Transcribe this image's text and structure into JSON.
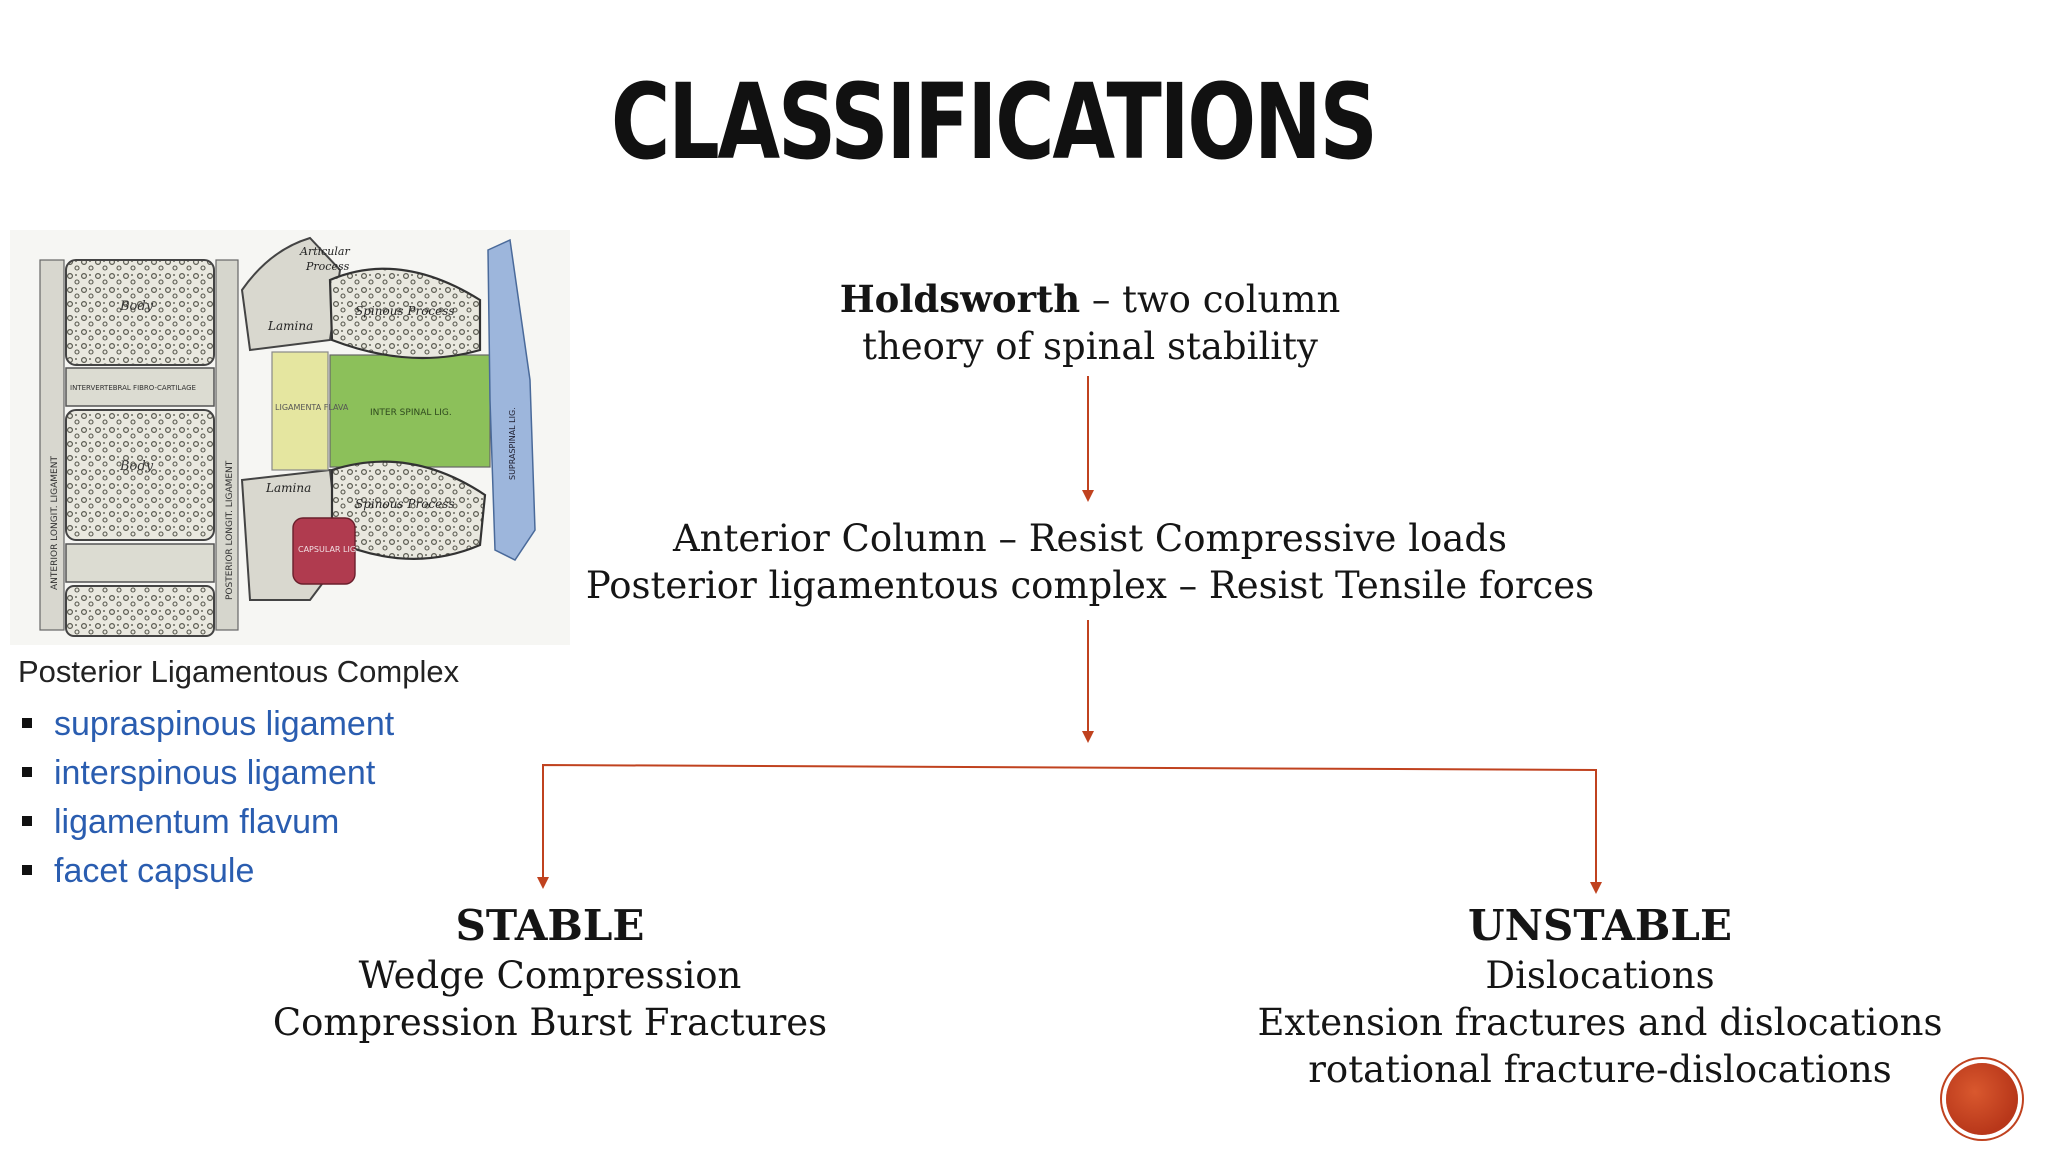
{
  "slide": {
    "title": "CLASSIFICATIONS",
    "accent_color": "#c0421f"
  },
  "top_node": {
    "bold": "Holdsworth",
    "line1_rest": " – two column",
    "line2": "theory of spinal stability"
  },
  "middle_node": {
    "line1": "Anterior Column – Resist Compressive loads",
    "line2": "Posterior ligamentous complex – Resist Tensile forces"
  },
  "stable_node": {
    "heading": "STABLE",
    "items": [
      "Wedge Compression",
      "Compression Burst Fractures"
    ]
  },
  "unstable_node": {
    "heading": "UNSTABLE",
    "items": [
      "Dislocations",
      "Extension fractures and dislocations",
      "rotational fracture-dislocations"
    ]
  },
  "illustration": {
    "labels": {
      "articular": "Articular",
      "process": "Process",
      "lamina_top": "Lamina",
      "lamina_bottom": "Lamina",
      "spinous_top": "Spinous Process",
      "spinous_bottom": "Spinous Process",
      "flava": "LIGAMENTA FLAVA",
      "interspinal": "INTER SPINAL LIG.",
      "capsular": "CAPSULAR LIG.",
      "anterior": "ANTERIOR LONGIT. LIGAMENT",
      "posterior": "POSTERIOR LONGIT. LIGAMENT",
      "supraspinal": "SUPRASPINAL LIG.",
      "body_top": "Body",
      "body_bottom": "Body",
      "fibro": "INTERVERTEBRAL FIBRO-CARTILAGE"
    },
    "colors": {
      "flava": "#e5e6a0",
      "interspinal": "#8cc05a",
      "capsular": "#b03b4f",
      "supraspinal": "#9db6dc",
      "bone": "#e9e8df"
    }
  },
  "plc": {
    "caption": "Posterior Ligamentous Complex",
    "items": [
      "supraspinous ligament",
      "interspinous ligament",
      "ligamentum flavum",
      "facet capsule"
    ],
    "link_color": "#2a5db0"
  }
}
